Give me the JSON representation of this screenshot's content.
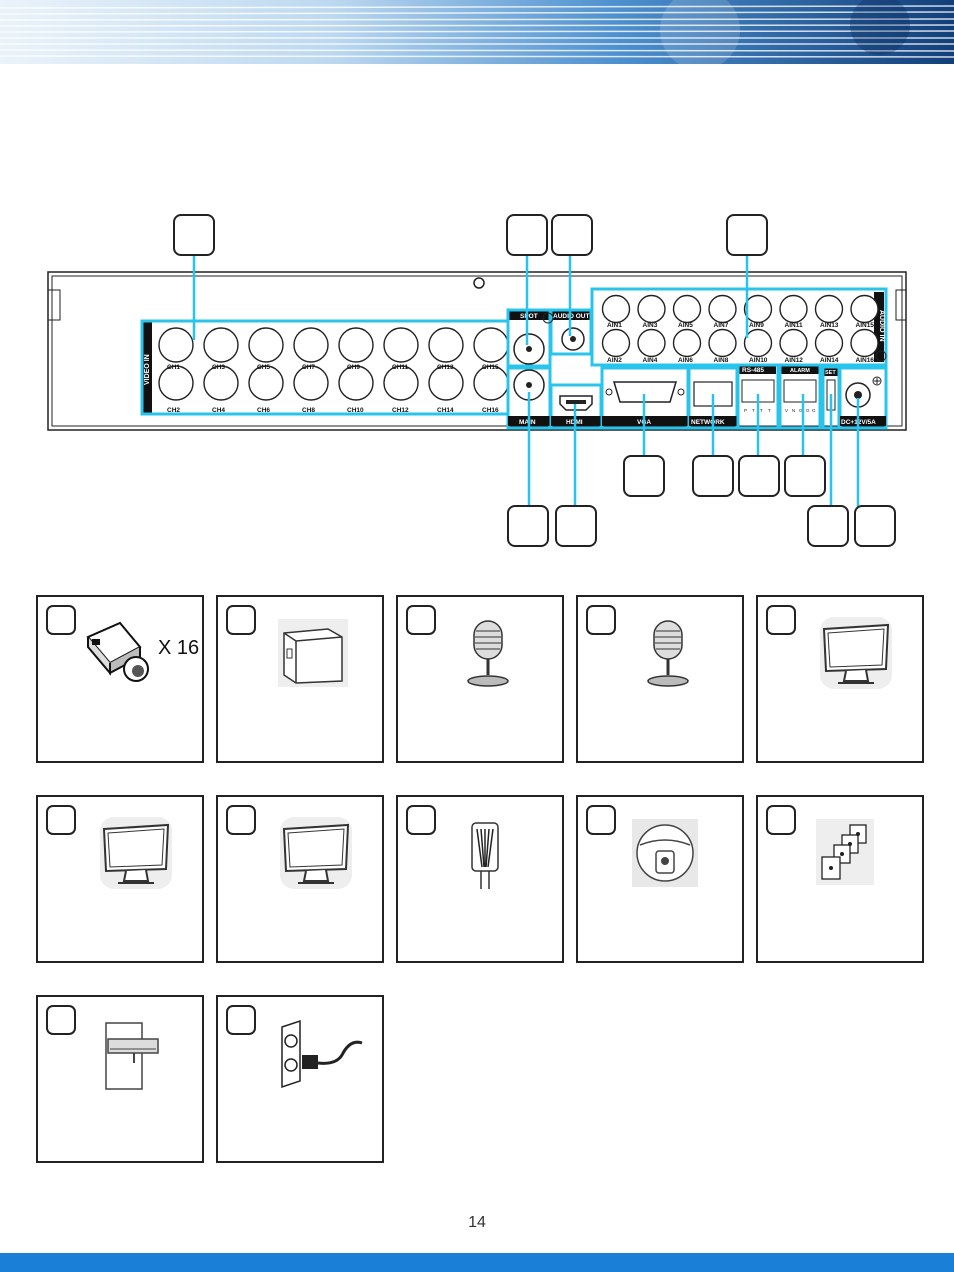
{
  "page_number": "14",
  "colors": {
    "accent": "#1a7fd6",
    "highlight": "#29c4ec",
    "outline": "#222222"
  },
  "panel": {
    "video_in": "VIDEO IN",
    "audio_in": "AUDIO IN",
    "spot": "SPOT",
    "main": "MAIN",
    "audio_out": "AUDIO OUT",
    "hdmi": "HDMI",
    "vga": "VGA",
    "network": "NETWORK",
    "rs485": "RS-485",
    "alarm": "ALARM",
    "power": "DC+12V/5A",
    "set": "SET",
    "video_top_labels": [
      "CH1",
      "CH3",
      "CH5",
      "CH7",
      "CH9",
      "CH11",
      "CH13",
      "CH15"
    ],
    "video_bottom_labels": [
      "CH2",
      "CH4",
      "CH6",
      "CH8",
      "CH10",
      "CH12",
      "CH14",
      "CH16"
    ],
    "audio_top_labels": [
      "AIN1",
      "AIN3",
      "AIN5",
      "AIN7",
      "AIN9",
      "AIN11",
      "AIN13",
      "AIN15"
    ],
    "audio_bottom_labels": [
      "AIN2",
      "AIN4",
      "AIN6",
      "AIN8",
      "AIN10",
      "AIN12",
      "AIN14",
      "AIN16"
    ]
  },
  "cards": [
    {
      "icon": "camera-icon",
      "label": "X 16"
    },
    {
      "icon": "spot-monitor-icon",
      "label": ""
    },
    {
      "icon": "microphone-icon",
      "label": ""
    },
    {
      "icon": "microphone-icon",
      "label": ""
    },
    {
      "icon": "monitor-icon",
      "label": ""
    },
    {
      "icon": "monitor-icon",
      "label": ""
    },
    {
      "icon": "monitor-icon",
      "label": ""
    },
    {
      "icon": "network-cable-icon",
      "label": ""
    },
    {
      "icon": "dome-camera-icon",
      "label": ""
    },
    {
      "icon": "alarm-devices-icon",
      "label": ""
    },
    {
      "icon": "reset-switch-icon",
      "label": ""
    },
    {
      "icon": "power-outlet-icon",
      "label": ""
    }
  ]
}
